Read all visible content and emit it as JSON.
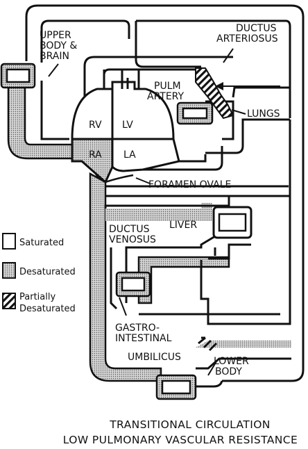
{
  "colors": {
    "ink": "#111111",
    "saturated": "#ffffff",
    "desaturated": "#c9c9c9",
    "partial_hatch": "#111111"
  },
  "labels": {
    "upper_body_line1": "UPPER",
    "upper_body_line2": "BODY &",
    "upper_body_line3": "BRAIN",
    "ductus_arteriosus_line1": "DUCTUS",
    "ductus_arteriosus_line2": "ARTERIOSUS",
    "pulm_artery_line1": "PULM",
    "pulm_artery_line2": "ARTERY",
    "lungs": "LUNGS",
    "rv": "RV",
    "lv": "LV",
    "ra": "RA",
    "la": "LA",
    "foramen_ovale": "FORAMEN OVALE",
    "ductus_venosus_line1": "DUCTUS",
    "ductus_venosus_line2": "VENOSUS",
    "liver": "LIVER",
    "gastro_line1": "GASTRO-",
    "gastro_line2": "INTESTINAL",
    "umbilicus": "UMBILICUS",
    "lower_body_line1": "LOWER",
    "lower_body_line2": "BODY"
  },
  "legend": {
    "saturated": "Saturated",
    "desaturated": "Desaturated",
    "partial_line1": "Partially",
    "partial_line2": "Desaturated"
  },
  "caption": {
    "line1": "TRANSITIONAL CIRCULATION",
    "line2": "LOW PULMONARY VASCULAR RESISTANCE"
  }
}
